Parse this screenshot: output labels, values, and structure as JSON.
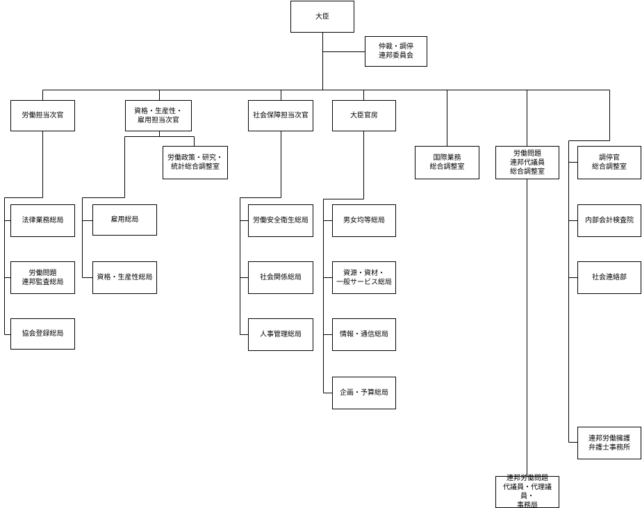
{
  "org_chart": {
    "minister": "大臣",
    "conciliation_committee": "仲裁・調停\n連邦委員会",
    "labor_undersecretary": "労働担当次官",
    "qualifications_undersecretary": "資格・生産性・\n雇用担当次官",
    "social_security_undersecretary": "社会保障担当次官",
    "ministers_office": "大臣官房",
    "international_affairs": "国際業務\n総合調整室",
    "labor_representatives_office": "労働問題\n連邦代議員\n総合調整室",
    "mediator_office": "調停官\n総合調整室",
    "labor_policy_research_office": "労働政策・研究・\n統計総合調整室",
    "legal_affairs_bureau": "法律業務総局",
    "labor_inspection_bureau": "労働問題\n連邦監査総局",
    "association_registration_bureau": "協会登録総局",
    "employment_bureau": "雇用総局",
    "qualifications_productivity_bureau": "資格・生産性総局",
    "occupational_safety_bureau": "労働安全衛生総局",
    "social_relations_bureau": "社会関係総局",
    "personnel_management_bureau": "人事管理総局",
    "gender_equality_bureau": "男女均等総局",
    "resources_services_bureau": "資源・資材・\n一般サービス総局",
    "information_communication_bureau": "情報・通信総局",
    "planning_budget_bureau": "企画・予算総局",
    "internal_audit_office": "内部会計検査院",
    "social_liaison_department": "社会連絡部",
    "labor_defense_office": "連邦労働擁護\n弁護士事務所",
    "labor_representatives_bureau": "連邦労働問題\n代議員・代理議員・\n事務局"
  }
}
